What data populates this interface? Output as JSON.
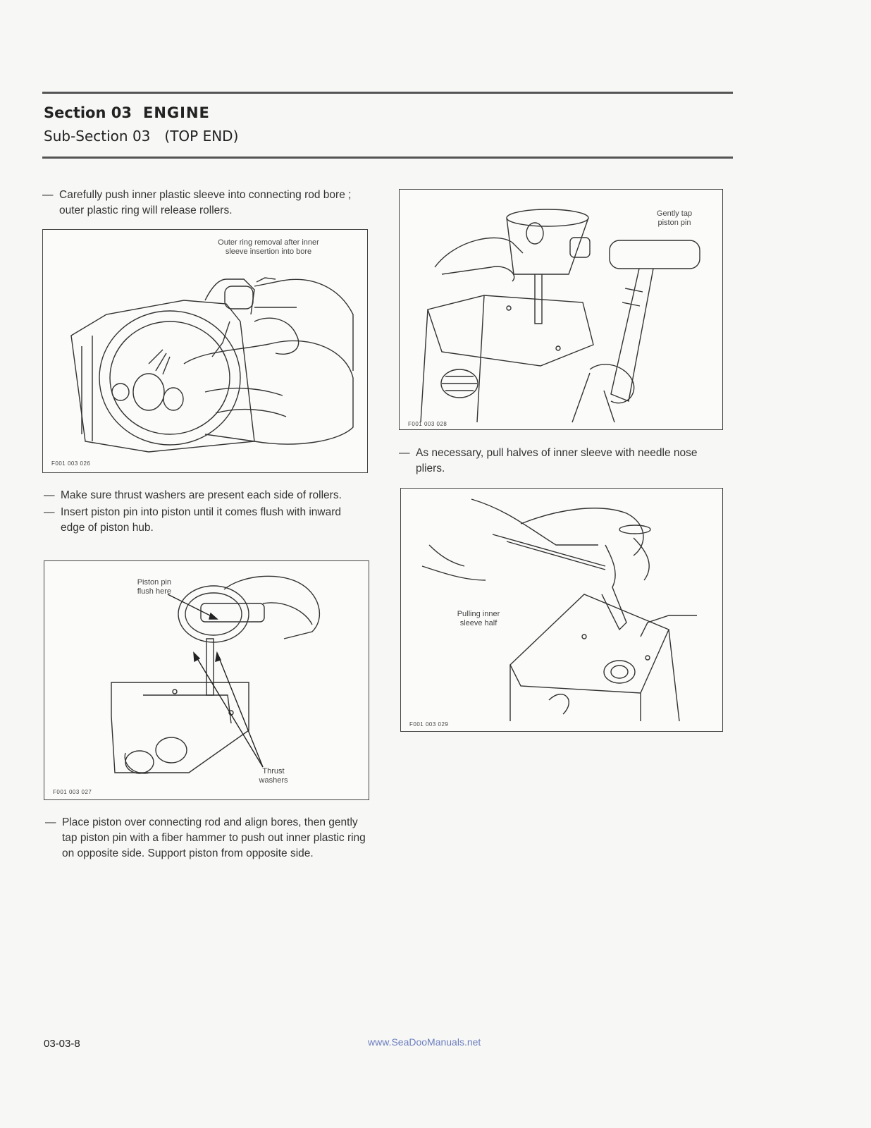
{
  "header": {
    "section": "Section 03",
    "section_name": "ENGINE",
    "subsection": "Sub-Section 03",
    "subsection_name": "(TOP END)"
  },
  "left_column": {
    "step1": {
      "dash": "—",
      "text": "Carefully push inner plastic sleeve into connecting rod bore ; outer plastic ring will release rollers."
    },
    "figure1": {
      "callout": "Outer ring removal after inner\nsleeve insertion into bore",
      "code": "F001 003 026"
    },
    "step2": {
      "dash": "—",
      "text": "Make sure thrust washers are present each side of rollers."
    },
    "step3": {
      "dash": "—",
      "text": "Insert piston pin into piston until it comes flush with inward edge of piston hub."
    },
    "figure2": {
      "callout_top": "Piston pin\nflush here",
      "callout_bottom": "Thrust\nwashers",
      "code": "F001 003 027"
    },
    "step4": {
      "dash": "—",
      "text": "Place piston over connecting rod and align bores, then gently tap piston pin with a fiber hammer to push out inner plastic ring on opposite side. Support piston from opposite side."
    }
  },
  "right_column": {
    "figure3": {
      "callout": "Gently tap\npiston pin",
      "code": "F001 003 028"
    },
    "step5": {
      "dash": "—",
      "text": "As necessary, pull halves of inner sleeve with needle nose pliers."
    },
    "figure4": {
      "callout": "Pulling inner\nsleeve half",
      "code": "F001 003 029"
    }
  },
  "footer": {
    "page_number": "03-03-8",
    "url": "www.SeaDooManuals.net"
  }
}
